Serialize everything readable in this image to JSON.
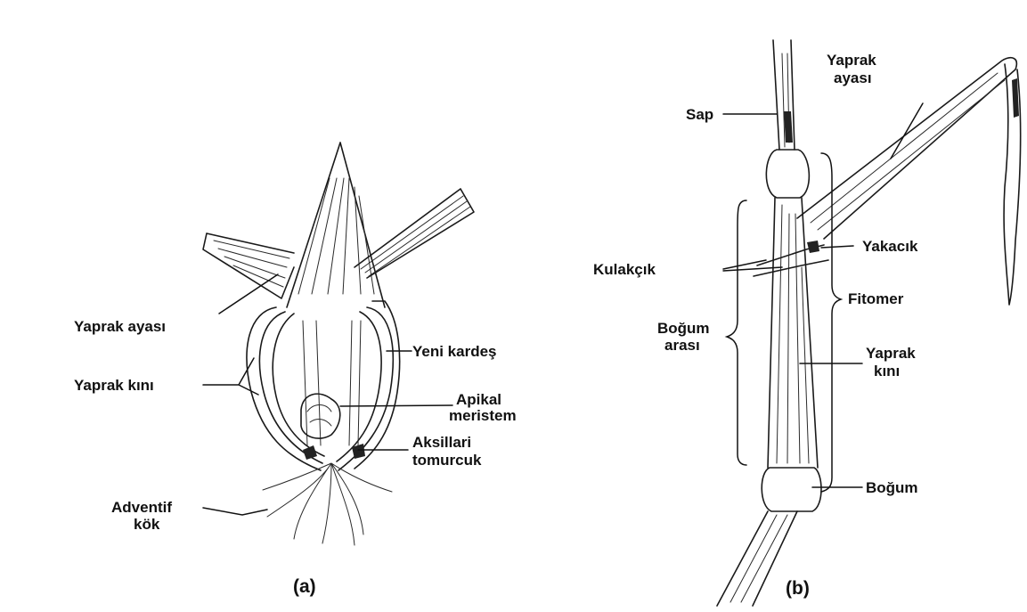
{
  "panel_a": {
    "labels": {
      "yaprak_ayasi": "Yaprak ayası",
      "yaprak_kini": "Yaprak kını",
      "yeni_kardes": "Yeni kardeş",
      "apikal_line1": "Apikal",
      "apikal_line2": "meristem",
      "aksillari_line1": "Aksillari",
      "aksillari_line2": "tomurcuk",
      "adventif_line1": "Adventif",
      "adventif_line2": "kök"
    },
    "caption": "(a)"
  },
  "panel_b": {
    "labels": {
      "sap": "Sap",
      "yaprak_ayasi_line1": "Yaprak",
      "yaprak_ayasi_line2": "ayası",
      "yakacik": "Yakacık",
      "kulakcik": "Kulakçık",
      "fitomer": "Fitomer",
      "bogum_arasi_line1": "Boğum",
      "bogum_arasi_line2": "arası",
      "yaprak_kini_line1": "Yaprak",
      "yaprak_kini_line2": "kını",
      "bogum": "Boğum"
    },
    "caption": "(b)"
  }
}
